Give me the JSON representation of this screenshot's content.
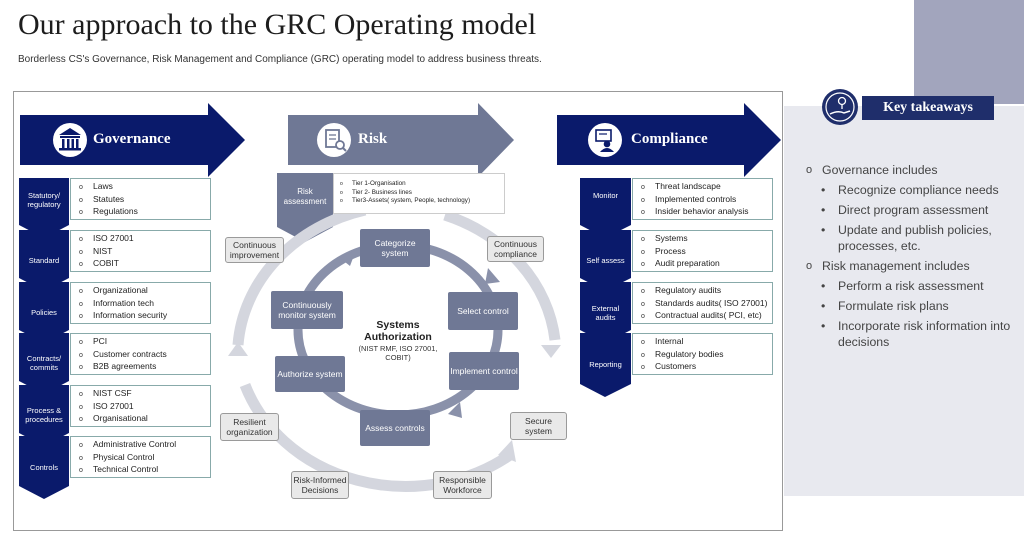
{
  "header": {
    "title": "Our approach to the GRC Operating model",
    "subtitle": "Borderless CS's Governance, Risk Management and Compliance (GRC) operating model to address business threats."
  },
  "colors": {
    "navy": "#0a1a6b",
    "risk_slate": "#6f7895",
    "takeaway_bg": "#e8e9ef",
    "corner": "#a2a5bd"
  },
  "governance": {
    "title": "Governance",
    "icon": "building-columns-icon",
    "rows": [
      {
        "label": "Statutory/ regulatory",
        "items": [
          "Laws",
          "Statutes",
          "Regulations"
        ]
      },
      {
        "label": "Standard",
        "items": [
          "ISO 27001",
          "NIST",
          "COBIT"
        ]
      },
      {
        "label": "Policies",
        "items": [
          "Organizational",
          "Information tech",
          "Information security"
        ]
      },
      {
        "label": "Contracts/ commits",
        "items": [
          "PCI",
          "Customer contracts",
          "B2B agreements"
        ]
      },
      {
        "label": "Process & procedures",
        "items": [
          "NIST CSF",
          "ISO 27001",
          "Organisational"
        ]
      },
      {
        "label": "Controls",
        "items": [
          "Administrative Control",
          "Physical Control",
          "Technical Control"
        ]
      }
    ]
  },
  "risk": {
    "title": "Risk",
    "icon": "document-search-icon",
    "assessment_label": "Risk assessment",
    "assessment_items": [
      "Tier 1-Organisation",
      "Tier 2- Business lines",
      "Tier3-Assets( system, People, technology)"
    ],
    "center_title": "Systems Authorization",
    "center_subtitle": "(NIST RMF, ISO 27001, COBIT)",
    "cycle": {
      "categorize": "Categorize system",
      "select": "Select control",
      "implement": "Implement control",
      "assess": "Assess controls",
      "authorize": "Authorize system",
      "monitor": "Continuously monitor system"
    },
    "outer": {
      "improvement": "Continuous improvement",
      "compliance": "Continuous compliance",
      "resilient": "Resilient organization",
      "secure": "Secure system",
      "decisions": "Risk-Informed Decisions",
      "workforce": "Responsible Workforce"
    }
  },
  "compliance": {
    "title": "Compliance",
    "icon": "person-certificate-icon",
    "rows": [
      {
        "label": "Monitor",
        "items": [
          "Threat landscape",
          "Implemented controls",
          "Insider behavior analysis"
        ]
      },
      {
        "label": "Self assess",
        "items": [
          "Systems",
          "Process",
          "Audit preparation"
        ]
      },
      {
        "label": "External audits",
        "items": [
          "Regulatory audits",
          "Standards audits( ISO 27001)",
          "Contractual audits( PCI, etc)"
        ]
      },
      {
        "label": "Reporting",
        "items": [
          "Internal",
          "Regulatory bodies",
          "Customers"
        ]
      }
    ]
  },
  "takeaways": {
    "title": "Key takeaways",
    "icon": "hand-lightbulb-icon",
    "sections": [
      {
        "text": "Governance includes",
        "items": [
          "Recognize compliance needs",
          "Direct program assessment",
          "Update and publish policies, processes, etc."
        ]
      },
      {
        "text": "Risk management includes",
        "items": [
          "Perform a risk assessment",
          "Formulate risk plans",
          "Incorporate risk information into decisions"
        ]
      }
    ]
  }
}
